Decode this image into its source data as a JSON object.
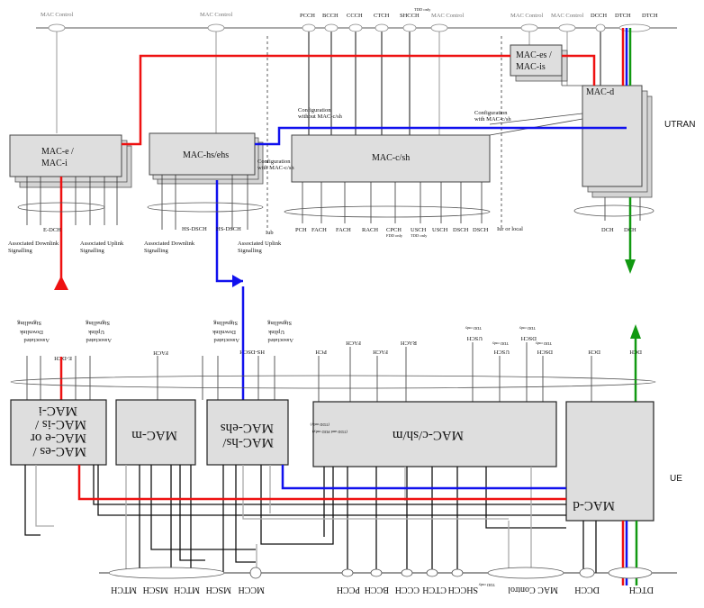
{
  "side_labels": {
    "utran": "UTRAN",
    "ue": "UE"
  },
  "utran": {
    "top_channels": {
      "mac_control_1": "MAC Control",
      "mac_control_2": "MAC Control",
      "pcch": "PCCH",
      "bcch": "BCCH",
      "ccch": "CCCH",
      "ctch": "CTCH",
      "shcch": "SHCCH",
      "tdd_only": "TDD only",
      "mac_control_3": "MAC Control",
      "mac_control_4": "MAC Control",
      "mac_control_5": "MAC Control",
      "dcch": "DCCH",
      "dtch_1": "DTCH",
      "dtch_2": "DTCH"
    },
    "entities": {
      "mac_e_line1": "MAC-e /",
      "mac_e_line2": "MAC-i",
      "mac_hs": "MAC-hs/ehs",
      "mac_csh": "MAC-c/sh",
      "mac_es_line1": "MAC-es /",
      "mac_es_line2": "MAC-is",
      "mac_d": "MAC-d"
    },
    "notes": {
      "config_without_1": "Configuration",
      "config_without_2": "without MAC-c/sh",
      "config_with_1": "Configuration",
      "config_with_2": "with MAC-c/sh",
      "config_with_hs_1": "Configuration",
      "config_with_hs_2": "with MAC-c/sh",
      "iub": "Iub",
      "iur_or_local": "Iur or local"
    },
    "transport": {
      "e_dch": "E-DCH",
      "hs_dsch": "HS-DSCH",
      "hs_dsch_2": "HS-DSCH",
      "pch": "PCH",
      "fach_1": "FACH",
      "fach_2": "FACH",
      "rach": "RACH",
      "cpch": "CPCH",
      "fdd_only": "FDD only",
      "usch": "USCH",
      "tdd_only": "TDD only",
      "usch_2": "USCH",
      "dsch_1": "DSCH",
      "dsch_2": "DSCH",
      "dch_1": "DCH",
      "dch_2": "DCH"
    },
    "signalling": {
      "dl_1": "Associated Downlink",
      "dl_2": "Signalling",
      "ul_1": "Associated Uplink",
      "ul_2": "Signalling",
      "dl2_1": "Associated Downlink",
      "dl2_2": "Signalling",
      "ul2_1": "Associated Uplink",
      "ul2_2": "Signalling"
    }
  },
  "ue": {
    "entities": {
      "mac_es_1": "MAC-es /",
      "mac_es_2": "MAC-e or",
      "mac_es_3": "MAC-is /",
      "mac_es_4": "MAC-i",
      "mac_m": "MAC-m",
      "mac_hs_1": "MAC-hs/",
      "mac_hs_2": "MAC-ehs",
      "mac_csh": "MAC-c/sh/m",
      "mac_d": "MAC-d"
    },
    "transport": {
      "e_dch": "E-DCH",
      "fach": "FACH",
      "hs_dsch": "HS-DSCH",
      "pch": "PCH",
      "fach_2": "FACH",
      "fach_3": "FACH",
      "rach": "RACH",
      "usch": "USCH",
      "tdd_only_1": "TDD only",
      "usch_2": "USCH",
      "tdd_only_2": "TDD only",
      "dsch": "DSCH",
      "tdd_only_3": "TDD only",
      "dsch_2": "DSCH",
      "tdd_only_4": "TDD only",
      "dch_1": "DCH",
      "dch_2": "DCH"
    },
    "signalling": {
      "a1": "Associated",
      "a2": "Downlink",
      "a3": "Signalling",
      "b1": "Associated",
      "b2": "Uplink",
      "b3": "Signalling",
      "c1": "Associated",
      "c2": "Downlink",
      "c3": "Signalling",
      "d1": "Associated",
      "d2": "Uplink",
      "d3": "Signalling"
    },
    "notes": {
      "mbms_1": "(TDD and FDD only)",
      "mbms_2": "(TDD only)"
    },
    "bottom_channels": {
      "mtch_1": "MTCH",
      "msch_1": "MSCH",
      "mtch_2": "MTCH",
      "msch_2": "MSCH",
      "mcch": "MCCH",
      "pcch": "PCCH",
      "bcch": "BCCH",
      "ccch": "CCCH",
      "ctch": "CTCH",
      "shcch": "SHCCH",
      "tdd_only": "TDD only",
      "mac_control": "MAC Control",
      "dcch": "DCCH",
      "dtch": "DTCH"
    }
  },
  "colors": {
    "red": "#ee1111",
    "blue": "#1111ee",
    "green": "#119911",
    "box": "#d9d9d9",
    "gray_line": "#aaaaaa"
  }
}
